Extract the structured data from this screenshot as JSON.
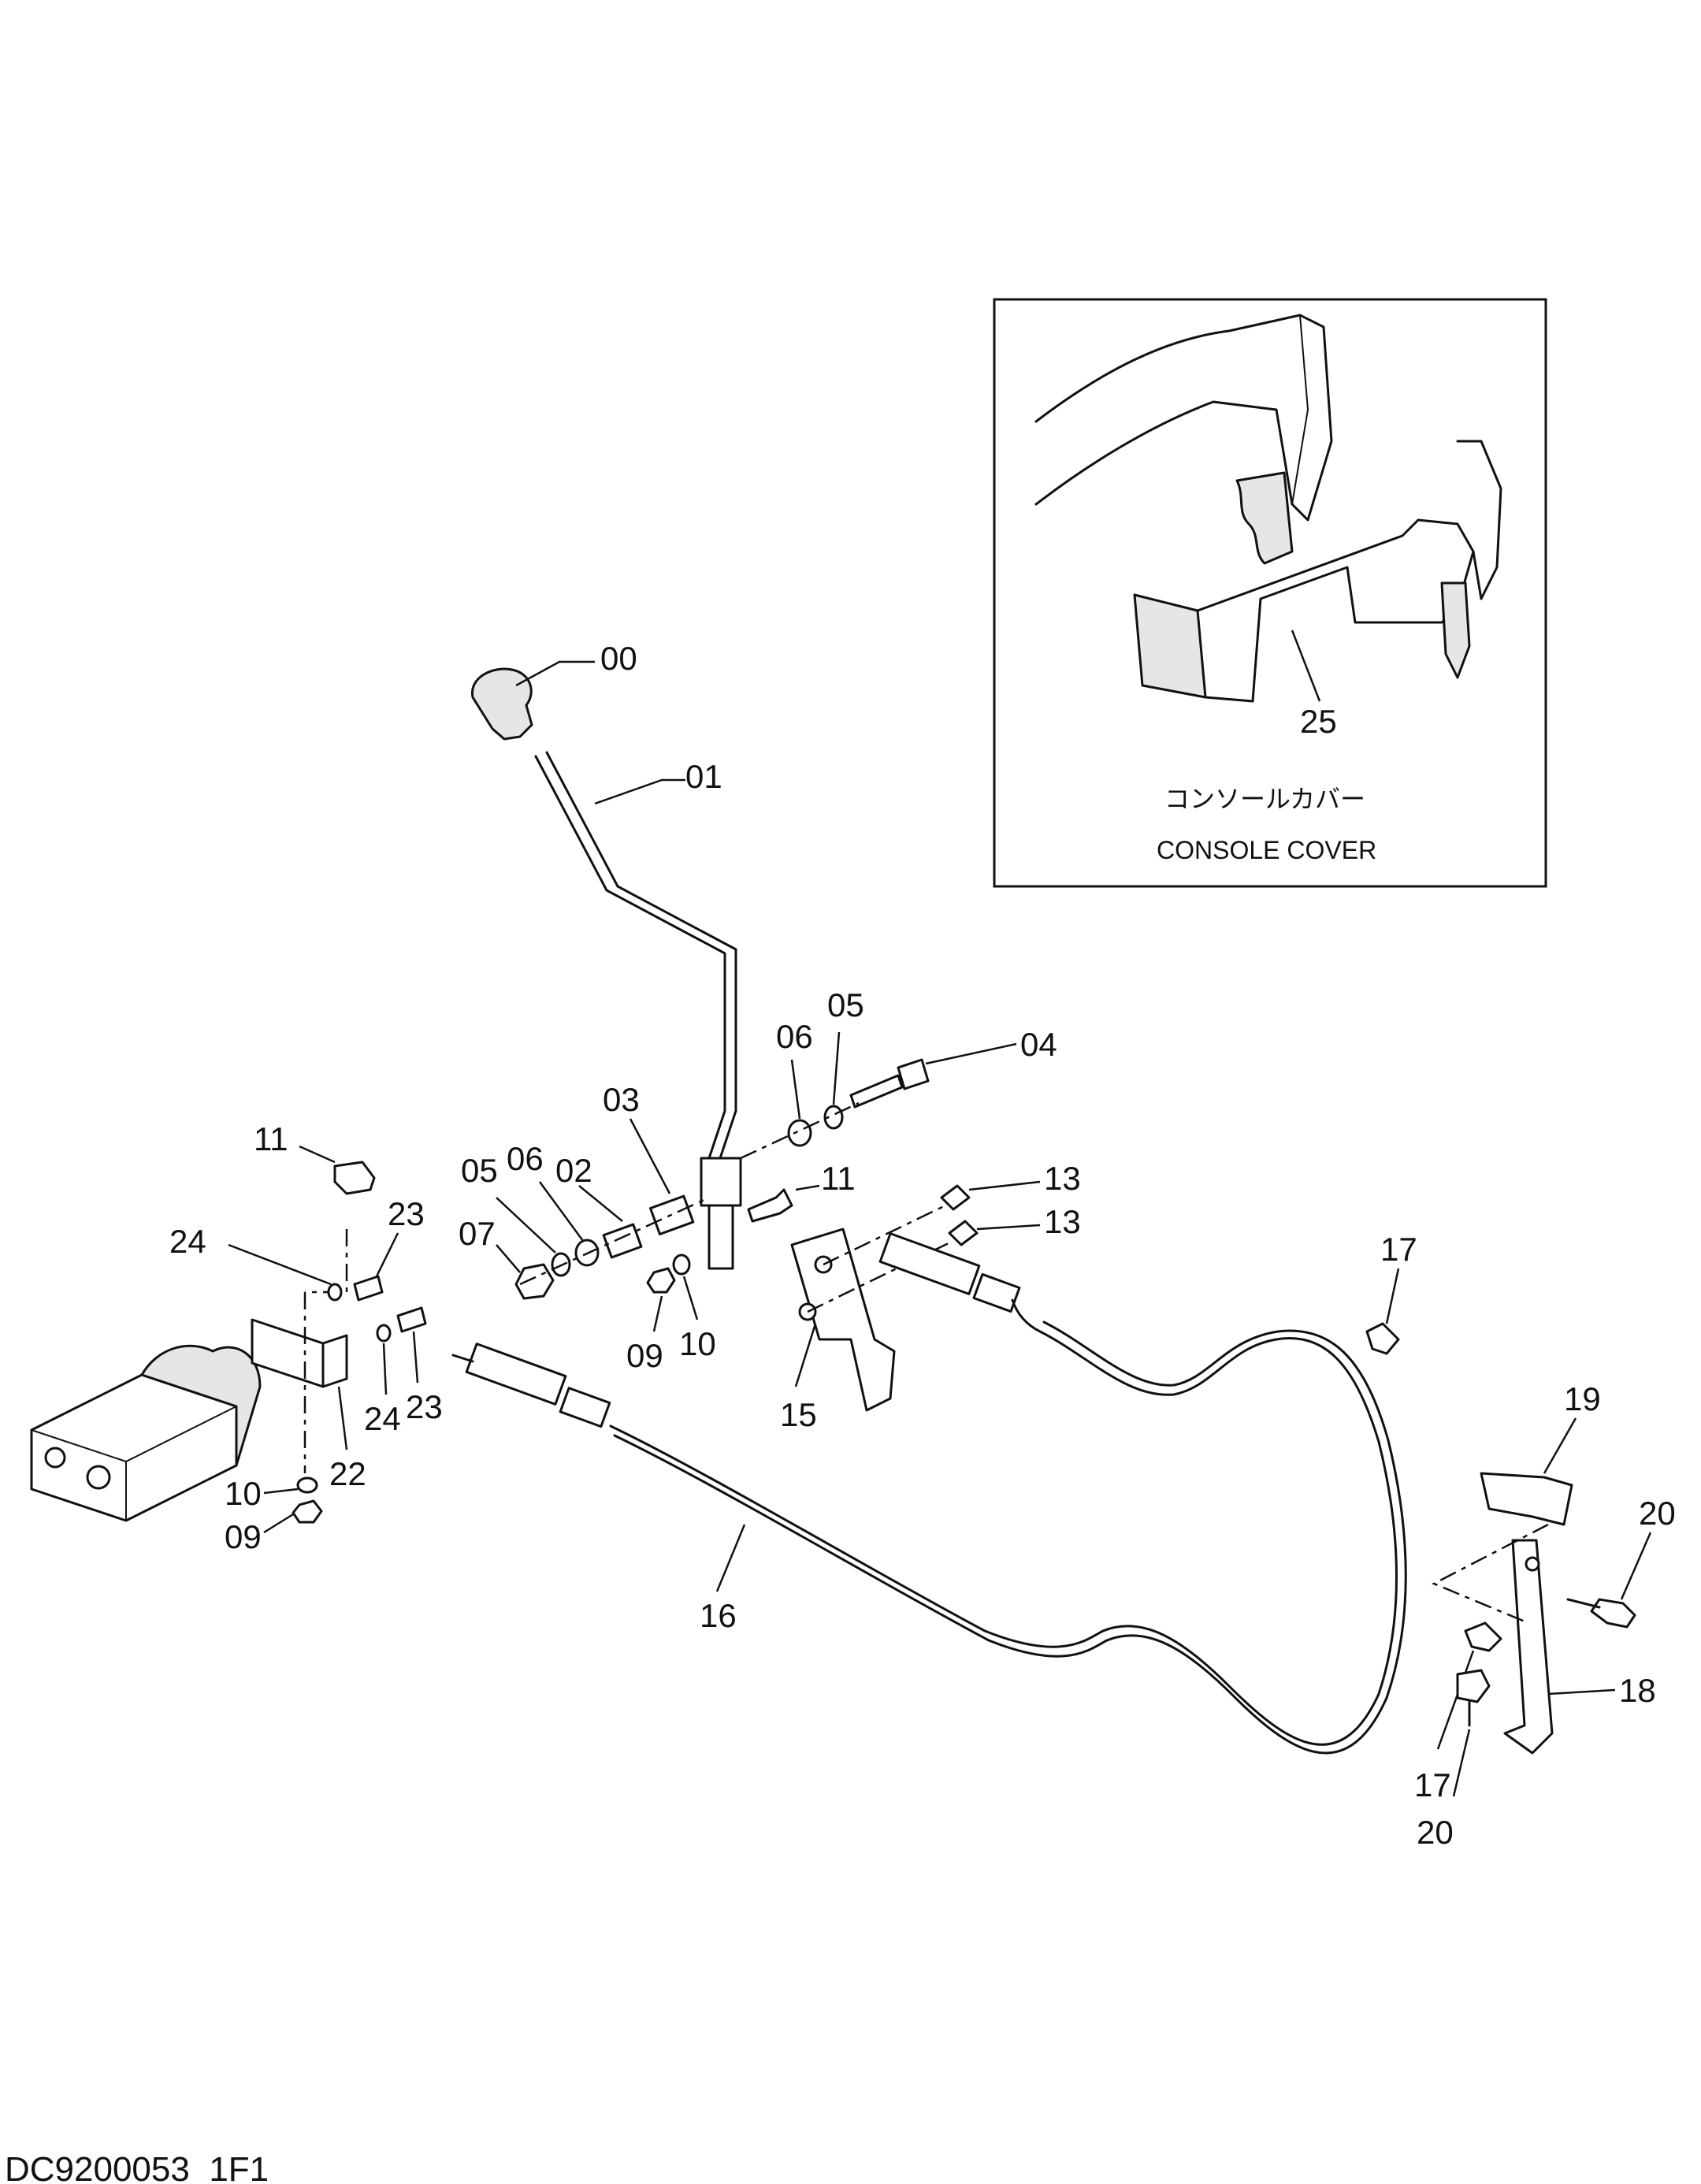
{
  "drawing_id": "DC9200053_1F1",
  "inset": {
    "title_jp": "コンソールカバー",
    "title_en": "CONSOLE COVER",
    "part": "25"
  },
  "callouts": [
    "00",
    "01",
    "02",
    "03",
    "04",
    "05",
    "06",
    "07",
    "09",
    "10",
    "11",
    "13",
    "15",
    "16",
    "17",
    "18",
    "19",
    "20",
    "22",
    "23",
    "24"
  ],
  "labels": {
    "l00": "00",
    "l01": "01",
    "l02": "02",
    "l03": "03",
    "l04": "04",
    "l05a": "05",
    "l05b": "05",
    "l06a": "06",
    "l06b": "06",
    "l07": "07",
    "l09a": "09",
    "l09b": "09",
    "l10a": "10",
    "l10b": "10",
    "l11a": "11",
    "l11b": "11",
    "l13a": "13",
    "l13b": "13",
    "l15": "15",
    "l16": "16",
    "l17a": "17",
    "l17b": "17",
    "l18": "18",
    "l19": "19",
    "l20a": "20",
    "l20b": "20",
    "l22": "22",
    "l23a": "23",
    "l23b": "23",
    "l24a": "24",
    "l24b": "24",
    "l25": "25"
  }
}
